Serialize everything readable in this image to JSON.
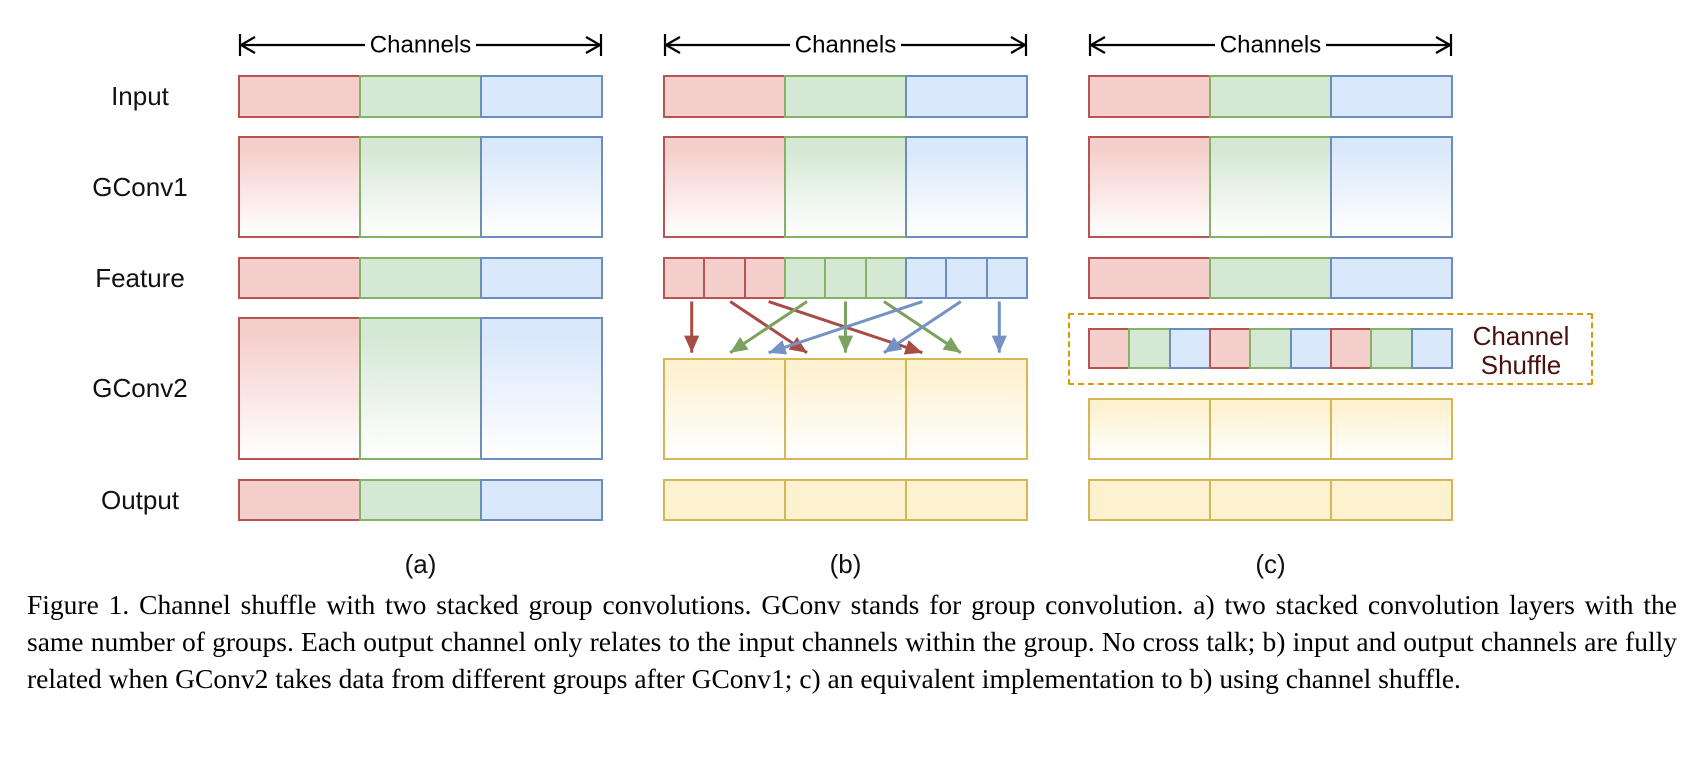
{
  "figure": {
    "channels_label": "Channels",
    "row_labels": [
      "Input",
      "GConv1",
      "Feature",
      "GConv2",
      "Output"
    ],
    "panel_labels": [
      "(a)",
      "(b)",
      "(c)"
    ],
    "channel_shuffle_label": [
      "Channel",
      "Shuffle"
    ],
    "caption": "Figure 1. Channel shuffle with two stacked group convolutions. GConv stands for group convolution. a) two stacked convolution layers with the same number of groups. Each output channel only relates to the input channels within the group. No cross talk; b) input and output channels are fully related when GConv2 takes data from different groups after GConv1; c) an equivalent implementation to b) using channel shuffle.",
    "colors": {
      "red_fill": "#f5cfcc",
      "red_stroke": "#b85450",
      "green_fill": "#d5e8d4",
      "green_stroke": "#82b366",
      "blue_fill": "#dae8fc",
      "blue_stroke": "#6c8ebf",
      "yellow_fill": "#fdf2d0",
      "yellow_stroke": "#d6b656",
      "shuffle_box_stroke": "#d79b00",
      "shuffle_text_color": "#4a1111",
      "arrow_red": "#a84c48",
      "arrow_green": "#7da25f",
      "arrow_blue": "#7493c4"
    },
    "group_order": [
      "red",
      "green",
      "blue"
    ],
    "feature_subcells_per_group": 3,
    "shuffled_channel_order": [
      "red",
      "green",
      "blue",
      "red",
      "green",
      "blue",
      "red",
      "green",
      "blue"
    ],
    "shuffle_connections": [
      {
        "from": 1,
        "to": 1,
        "color": "red"
      },
      {
        "from": 2,
        "to": 4,
        "color": "red"
      },
      {
        "from": 3,
        "to": 7,
        "color": "red"
      },
      {
        "from": 4,
        "to": 2,
        "color": "green"
      },
      {
        "from": 5,
        "to": 5,
        "color": "green"
      },
      {
        "from": 6,
        "to": 8,
        "color": "green"
      },
      {
        "from": 7,
        "to": 3,
        "color": "blue"
      },
      {
        "from": 8,
        "to": 6,
        "color": "blue"
      },
      {
        "from": 9,
        "to": 9,
        "color": "blue"
      }
    ]
  }
}
